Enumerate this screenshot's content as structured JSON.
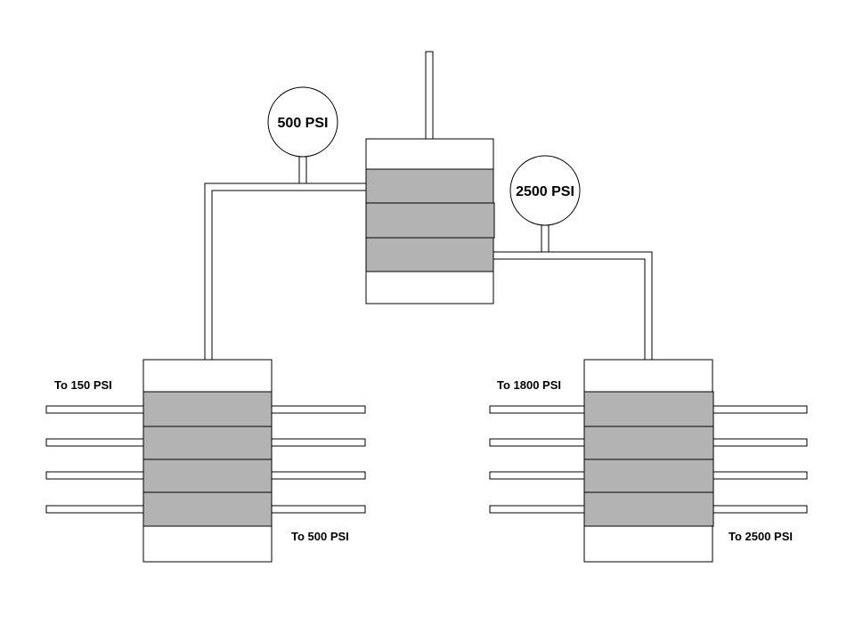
{
  "colors": {
    "background": "#ffffff",
    "band_fill": "#b3b3b3",
    "stroke": "#000000"
  },
  "gauges": {
    "left": "500 PSI",
    "right": "2500 PSI"
  },
  "labels": {
    "left_top": "To 150 PSI",
    "left_bottom": "To 500 PSI",
    "right_top": "To 1800 PSI",
    "right_bottom": "To 2500 PSI"
  }
}
